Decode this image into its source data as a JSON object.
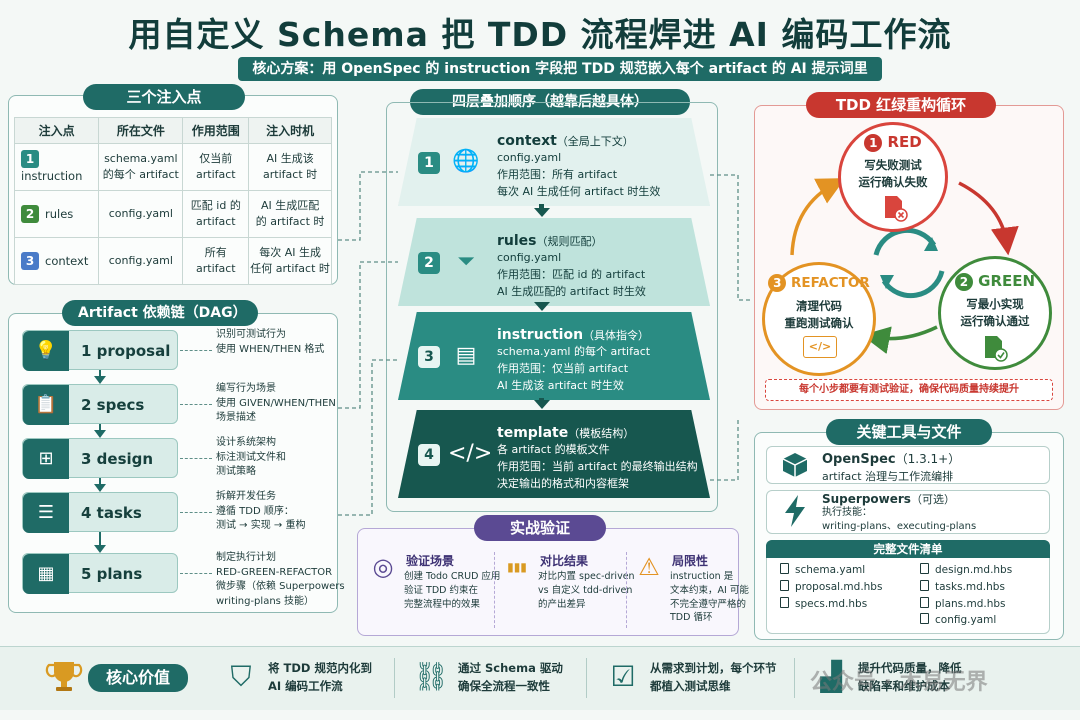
{
  "title": "用自定义 Schema 把 TDD 流程焊进 AI 编码工作流",
  "subtitle": "核心方案：用 OpenSpec 的 instruction 字段把 TDD 规范嵌入每个 artifact 的 AI 提示词里",
  "inject": {
    "heading": "三个注入点",
    "headers": [
      "注入点",
      "所在文件",
      "作用范围",
      "注入时机"
    ],
    "rows": [
      {
        "num": "1",
        "name": "instruction",
        "file": "schema.yaml\n的每个 artifact",
        "scope": "仅当前\nartifact",
        "timing": "AI 生成该\nartifact 时"
      },
      {
        "num": "2",
        "name": "rules",
        "file": "config.yaml",
        "scope": "匹配 id 的\nartifact",
        "timing": "AI 生成匹配\n的 artifact 时"
      },
      {
        "num": "3",
        "name": "context",
        "file": "config.yaml",
        "scope": "所有\nartifact",
        "timing": "每次 AI 生成\n任何 artifact 时"
      }
    ]
  },
  "dag": {
    "heading": "Artifact 依赖链（DAG）",
    "nodes": [
      {
        "label": "1 proposal",
        "icon": "lightbulb-icon",
        "desc": "识别可测试行为\n使用 WHEN/THEN 格式"
      },
      {
        "label": "2 specs",
        "icon": "clipboard-icon",
        "desc": "编写行为场景\n使用 GIVEN/WHEN/THEN\n场景描述"
      },
      {
        "label": "3 design",
        "icon": "hierarchy-icon",
        "desc": "设计系统架构\n标注测试文件和\n测试策略"
      },
      {
        "label": "4 tasks",
        "icon": "checklist-icon",
        "desc": "拆解开发任务\n遵循 TDD 顺序：\n测试 → 实现 → 重构"
      },
      {
        "label": "5 plans",
        "icon": "calendar-icon",
        "desc": "制定执行计划\nRED-GREEN-REFACTOR\n微步骤（依赖 Superpowers\nwriting-plans 技能）"
      }
    ]
  },
  "layers": {
    "heading": "四层叠加顺序（越靠后越具体）",
    "items": [
      {
        "num": "1",
        "icon": "globe-icon",
        "title": "context",
        "title_note": "（全局上下文）",
        "lines": [
          "config.yaml",
          "作用范围：所有 artifact",
          "每次 AI 生成任何 artifact 时生效"
        ]
      },
      {
        "num": "2",
        "icon": "filter-icon",
        "title": "rules",
        "title_note": "（规则匹配）",
        "lines": [
          "config.yaml",
          "作用范围：匹配 id 的 artifact",
          "AI 生成匹配的 artifact 时生效"
        ]
      },
      {
        "num": "3",
        "icon": "document-icon",
        "title": "instruction",
        "title_note": "（具体指令）",
        "lines": [
          "schema.yaml 的每个 artifact",
          "作用范围：仅当前 artifact",
          "AI 生成该 artifact 时生效"
        ]
      },
      {
        "num": "4",
        "icon": "code-icon",
        "title": "template",
        "title_note": "（模板结构）",
        "lines": [
          "各 artifact 的模板文件",
          "作用范围：当前 artifact 的最终输出结构",
          "决定输出的格式和内容框架"
        ]
      }
    ]
  },
  "practice": {
    "heading": "实战验证",
    "items": [
      {
        "icon": "target-icon",
        "title": "验证场景",
        "text": "创建 Todo CRUD 应用\n验证 TDD 约束在\n完整流程中的效果"
      },
      {
        "icon": "bar-chart-icon",
        "title": "对比结果",
        "text": "对比内置 spec-driven\nvs 自定义 tdd-driven\n的产出差异"
      },
      {
        "icon": "warning-icon",
        "title": "局限性",
        "text": "instruction 是\n文本约束，AI 可能\n不完全遵守严格的\nTDD 循环"
      }
    ]
  },
  "tdd": {
    "heading": "TDD 红绿重构循环",
    "red": {
      "num": "1",
      "name": "RED",
      "l1": "写失败测试",
      "l2": "运行确认失败"
    },
    "green": {
      "num": "2",
      "name": "GREEN",
      "l1": "写最小实现",
      "l2": "运行确认通过"
    },
    "refactor": {
      "num": "3",
      "name": "REFACTOR",
      "l1": "清理代码",
      "l2": "重跑测试确认"
    },
    "note": "每个小步都要有测试验证，确保代码质量持续提升",
    "colors": {
      "red": "#d9453d",
      "green": "#3f8b3c",
      "refactor": "#e39323"
    }
  },
  "tools": {
    "heading": "关键工具与文件",
    "items": [
      {
        "icon": "cube-icon",
        "name": "OpenSpec",
        "version": "（1.3.1+）",
        "desc": "artifact 治理与工作流编排"
      },
      {
        "icon": "lightning-icon",
        "name": "Superpowers",
        "version": "（可选）",
        "desc": "执行技能：\nwriting-plans、executing-plans"
      }
    ],
    "files_heading": "完整文件清单",
    "files_left": [
      "schema.yaml",
      "proposal.md.hbs",
      "specs.md.hbs"
    ],
    "files_right": [
      "design.md.hbs",
      "tasks.md.hbs",
      "plans.md.hbs",
      "config.yaml"
    ]
  },
  "bottom": {
    "label": "核心价值",
    "items": [
      {
        "icon": "shield-icon",
        "text": "将 TDD 规范内化到\nAI 编码工作流"
      },
      {
        "icon": "link-icon",
        "text": "通过 Schema 驱动\n确保全流程一致性"
      },
      {
        "icon": "checklist-icon",
        "text": "从需求到计划，每个环节\n都植入测试思维"
      },
      {
        "icon": "growth-chart-icon",
        "text": "提升代码质量，降低\n缺陷率和维护成本"
      }
    ],
    "watermark": "公众号 · 木易无界"
  }
}
